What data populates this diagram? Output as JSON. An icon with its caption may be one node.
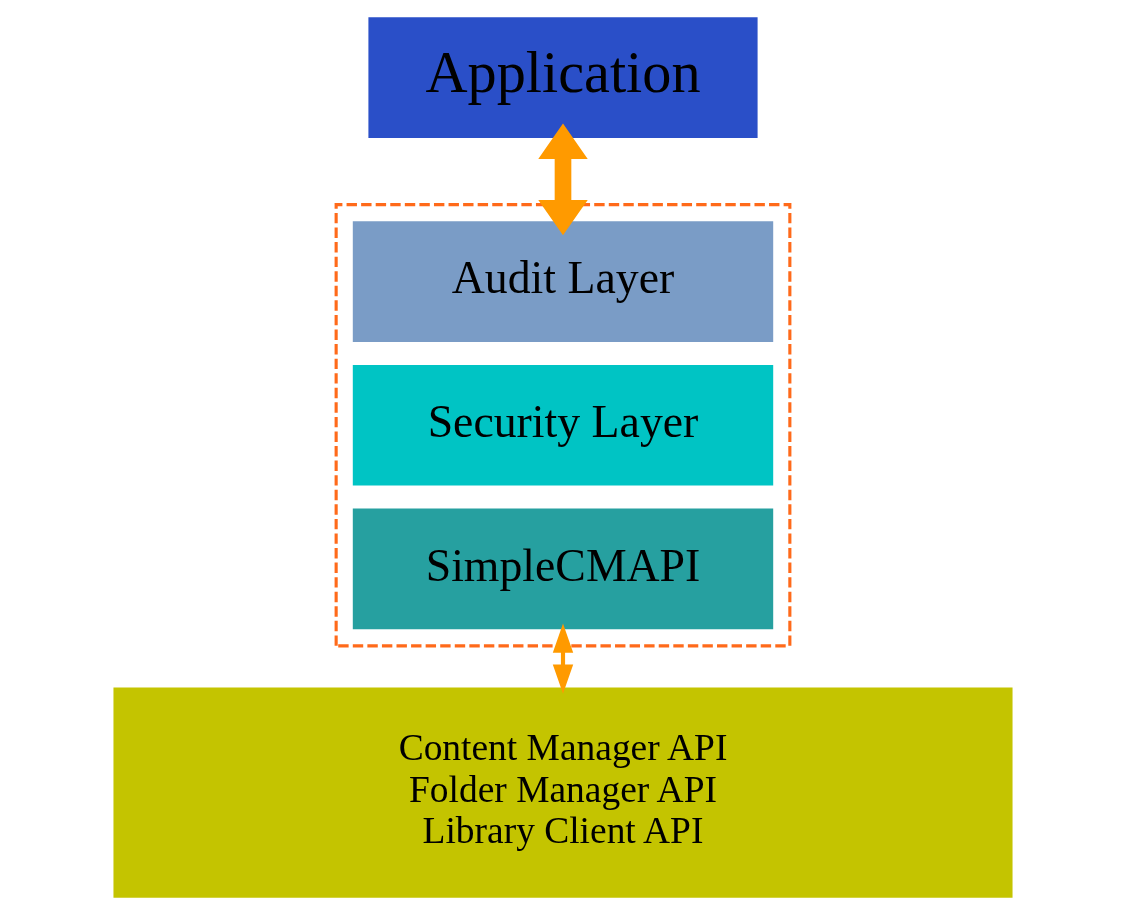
{
  "diagram": {
    "nodes": [
      {
        "text": [
          "Application"
        ]
      },
      {
        "text": [],
        "shape": "box"
      },
      {
        "text": [
          "Audit Layer"
        ],
        "in": 1
      },
      {
        "text": [
          "Security Layer"
        ],
        "in": 1
      },
      {
        "text": [
          "SimpleCMAPI"
        ],
        "in": 1
      },
      {
        "text": [
          "Content Manager API",
          "Folder Manager API",
          "Library Client API"
        ]
      }
    ],
    "edges": [
      {
        "from": 0,
        "to": 2,
        "arrow": "both",
        "style": "thick"
      },
      {
        "from": 4,
        "to": 5,
        "arrow": "both"
      }
    ]
  }
}
